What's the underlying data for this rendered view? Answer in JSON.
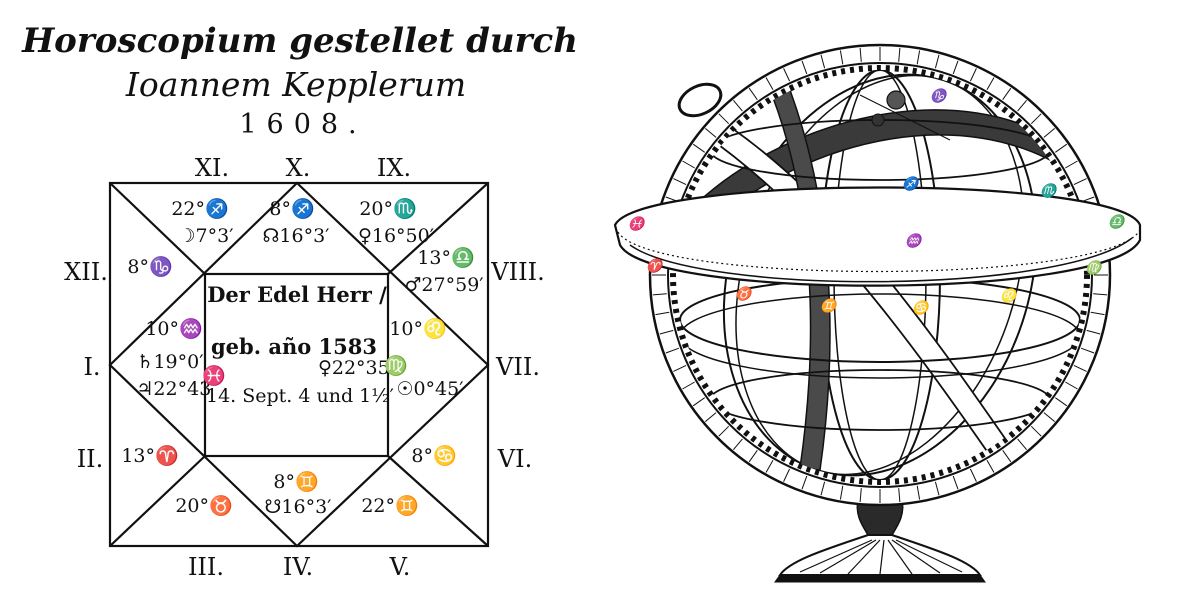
{
  "heading": {
    "line1": "Horoscopium gestellet durch",
    "line2": "Ioannem Kepplerum",
    "year": "1608."
  },
  "houses": {
    "h1": "I.",
    "h2": "II.",
    "h3": "III.",
    "h4": "IV.",
    "h5": "V.",
    "h6": "VI.",
    "h7": "VII.",
    "h8": "VIII.",
    "h9": "IX.",
    "h10": "X.",
    "h11": "XI.",
    "h12": "XII."
  },
  "cells": {
    "house11": {
      "cusp": "22°♐",
      "planet": "☽7°3′"
    },
    "house10": {
      "cusp": "8°♐",
      "planet": "☊16°3′"
    },
    "house9": {
      "cusp": "20°♏",
      "planet": "♀16°50′"
    },
    "house12": {
      "cusp": "8°♑"
    },
    "house8": {
      "cusp": "13°♎",
      "planet": "♂27°59′"
    },
    "house1": {
      "cusp": "10°♒",
      "planet1": "♄19°0′",
      "planet2": "♃22°43′",
      "sign": "♓"
    },
    "house7": {
      "cusp": "10°♌",
      "planet1": "♀22°35′",
      "planet2": "☉0°45′",
      "sign": "♍"
    },
    "house2": {
      "cusp": "13°♈"
    },
    "house6": {
      "cusp": "8°♋"
    },
    "house3": {
      "cusp": "20°♉"
    },
    "house4": {
      "cusp": "8°♊",
      "planet": "☋16°3′"
    },
    "house5": {
      "cusp": "22°♊"
    }
  },
  "center": {
    "line1": "Der Edel Herr /",
    "line2": "geb. año 1583",
    "line3": "14. Sept. 4 und 1½′"
  },
  "armillary": {
    "signs": [
      "♈",
      "♉",
      "♊",
      "♋",
      "♌",
      "♍",
      "♎",
      "♏",
      "♐",
      "♑",
      "♒",
      "♓"
    ]
  }
}
